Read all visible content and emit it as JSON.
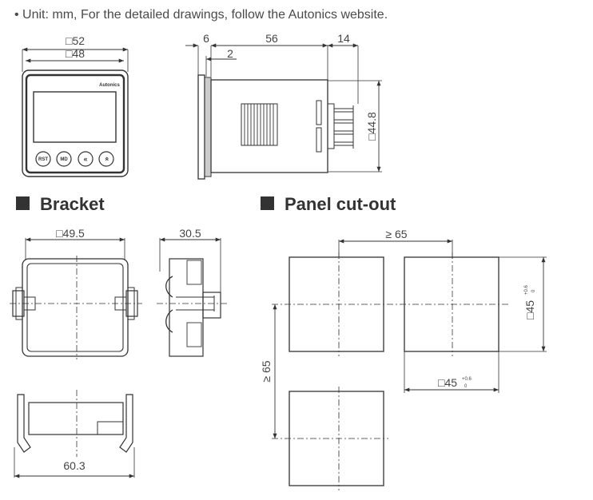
{
  "note": "• Unit: mm, For the detailed drawings, follow the Autonics website.",
  "headings": {
    "bracket": "Bracket",
    "panel": "Panel cut-out"
  },
  "device": {
    "brand": "Autonics",
    "buttons": [
      "RST",
      "MD",
      "«",
      "»"
    ],
    "dims": {
      "outer": "□52",
      "inner": "□48",
      "d6": "6",
      "d56": "56",
      "d14": "14",
      "d2": "2",
      "d448": "□44.8"
    }
  },
  "bracket": {
    "d495": "□49.5",
    "d305": "30.5",
    "d603": "60.3"
  },
  "panel": {
    "ge65_h": "≥ 65",
    "ge65_v": "≥ 65",
    "cut": "□45",
    "tol_upper": "+0.6",
    "tol_lower": "0"
  }
}
